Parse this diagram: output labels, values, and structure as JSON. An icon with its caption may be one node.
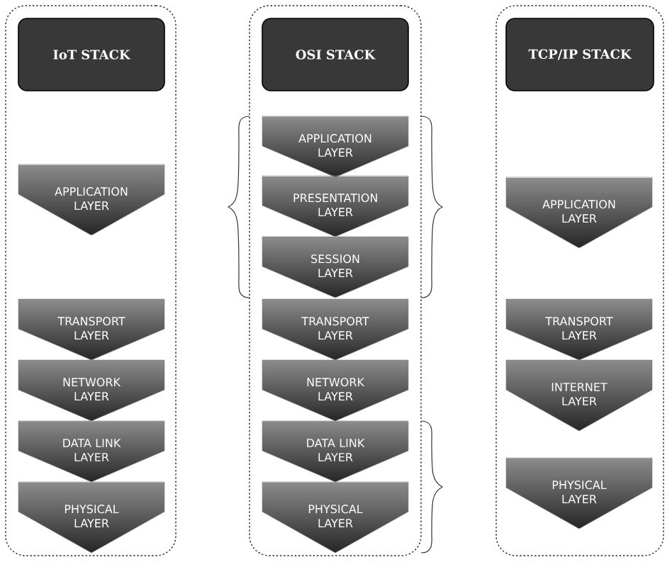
{
  "diagram": {
    "nodes": [
      {
        "text": [],
        "shape": "box"
      },
      {
        "text": [
          "IoT STACK"
        ],
        "in": 0
      },
      {
        "text": [
          "APPLICATION LAYER"
        ],
        "in": 0
      },
      {
        "text": [
          "TRANSPORT LAYER"
        ],
        "in": 0
      },
      {
        "text": [
          "NETWORK LAYER"
        ],
        "in": 0
      },
      {
        "text": [
          "DATA LINK LAYER"
        ],
        "in": 0
      },
      {
        "text": [
          "PHYSICAL LAYER"
        ],
        "in": 0
      },
      {
        "text": [],
        "shape": "box"
      },
      {
        "text": [
          "OSI STACK"
        ],
        "in": 7
      },
      {
        "text": [
          "APPLICATION LAYER"
        ],
        "in": 7
      },
      {
        "text": [
          "PRESENTATION LAYER"
        ],
        "in": 7
      },
      {
        "text": [
          "SESSION LAYER"
        ],
        "in": 7
      },
      {
        "text": [
          "TRANSPORT LAYER"
        ],
        "in": 7
      },
      {
        "text": [
          "NETWORK LAYER"
        ],
        "in": 7
      },
      {
        "text": [
          "DATA LINK LAYER"
        ],
        "in": 7
      },
      {
        "text": [
          "PHYSICAL LAYER"
        ],
        "in": 7
      },
      {
        "text": [],
        "shape": "box"
      },
      {
        "text": [
          "TCP/IP STACK"
        ],
        "in": 16
      },
      {
        "text": [
          "APPLICATION LAYER"
        ],
        "in": 16
      },
      {
        "text": [
          "TRANSPORT LAYER"
        ],
        "in": 16
      },
      {
        "text": [
          "INTERNET LAYER"
        ],
        "in": 16
      },
      {
        "text": [
          "PHYSICAL LAYER"
        ],
        "in": 16
      }
    ]
  }
}
